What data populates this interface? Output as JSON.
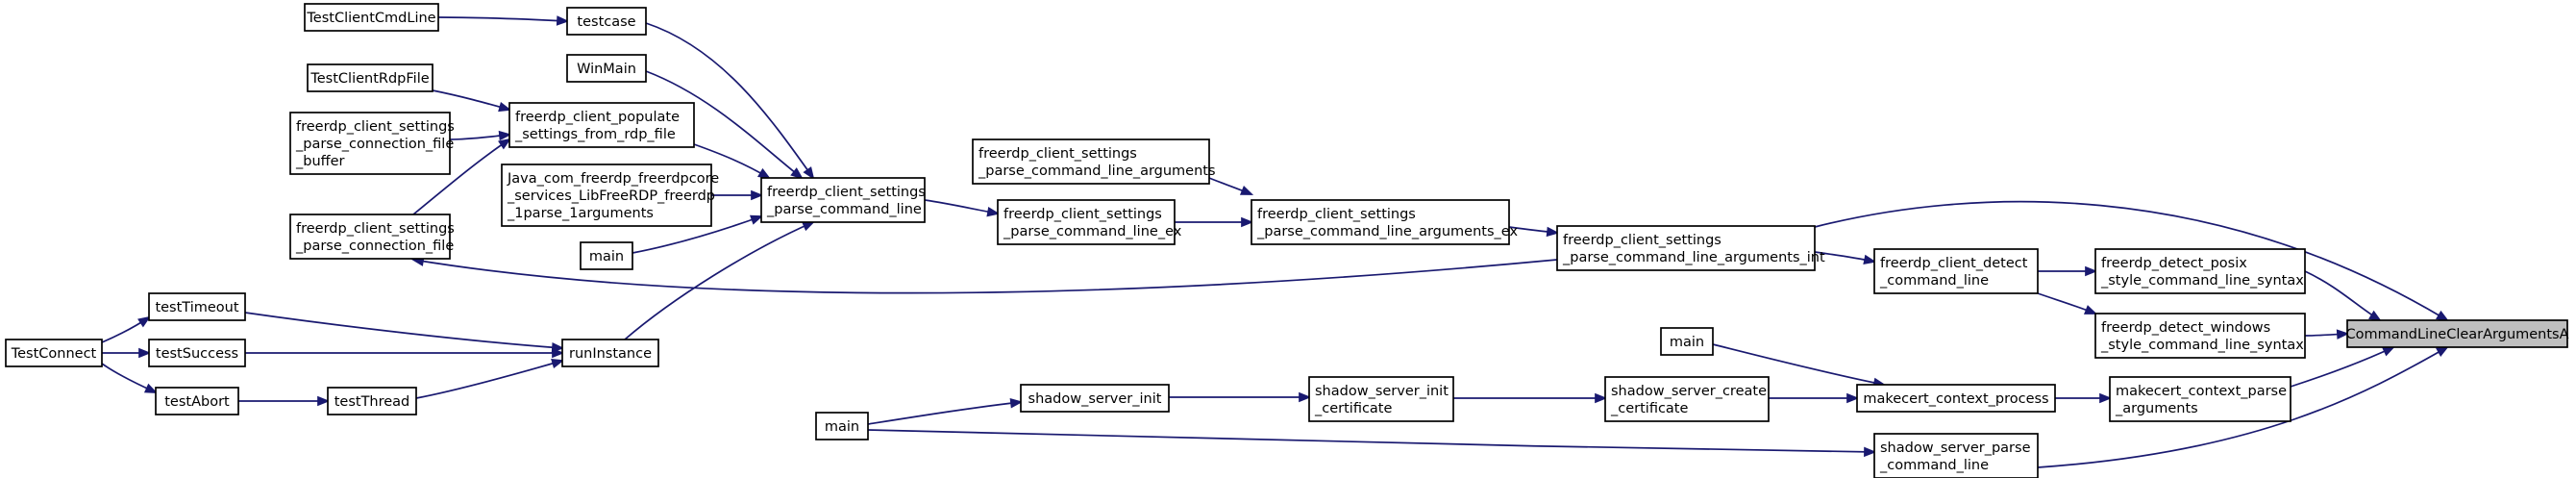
{
  "graph": {
    "background": "#ffffff",
    "edge_color": "#191970",
    "root_fill": "#bfbfbf",
    "nodes": [
      {
        "id": "root",
        "lines": [
          "CommandLineClearArgumentsA"
        ]
      },
      {
        "id": "posix",
        "lines": [
          "freerdp_detect_posix",
          "_style_command_line_syntax"
        ]
      },
      {
        "id": "windows",
        "lines": [
          "freerdp_detect_windows",
          "_style_command_line_syntax"
        ]
      },
      {
        "id": "mk_parse",
        "lines": [
          "makecert_context_parse",
          "_arguments"
        ]
      },
      {
        "id": "args_int",
        "lines": [
          "freerdp_client_settings",
          "_parse_command_line_arguments_int"
        ]
      },
      {
        "id": "shadow_parse",
        "lines": [
          "shadow_server_parse",
          "_command_line"
        ]
      },
      {
        "id": "detect",
        "lines": [
          "freerdp_client_detect",
          "_command_line"
        ]
      },
      {
        "id": "mk_process",
        "lines": [
          "makecert_context_process"
        ]
      },
      {
        "id": "main_mk",
        "lines": [
          "main"
        ]
      },
      {
        "id": "create_cert",
        "lines": [
          "shadow_server_create",
          "_certificate"
        ]
      },
      {
        "id": "init_cert",
        "lines": [
          "shadow_server_init",
          "_certificate"
        ]
      },
      {
        "id": "shadow_init",
        "lines": [
          "shadow_server_init"
        ]
      },
      {
        "id": "main_shadow",
        "lines": [
          "main"
        ]
      },
      {
        "id": "args_ex",
        "lines": [
          "freerdp_client_settings",
          "_parse_command_line_arguments_ex"
        ]
      },
      {
        "id": "args",
        "lines": [
          "freerdp_client_settings",
          "_parse_command_line_arguments"
        ]
      },
      {
        "id": "cmdline_ex",
        "lines": [
          "freerdp_client_settings",
          "_parse_command_line_ex"
        ]
      },
      {
        "id": "cmdline",
        "lines": [
          "freerdp_client_settings",
          "_parse_command_line"
        ]
      },
      {
        "id": "testcase",
        "lines": [
          "testcase"
        ]
      },
      {
        "id": "winmain",
        "lines": [
          "WinMain"
        ]
      },
      {
        "id": "populate",
        "lines": [
          "freerdp_client_populate",
          "_settings_from_rdp_file"
        ]
      },
      {
        "id": "java",
        "lines": [
          "Java_com_freerdp_freerdpcore",
          "_services_LibFreeRDP_freerdp",
          "_1parse_1arguments"
        ]
      },
      {
        "id": "main_cl",
        "lines": [
          "main"
        ]
      },
      {
        "id": "runinstance",
        "lines": [
          "runInstance"
        ]
      },
      {
        "id": "conn_file",
        "lines": [
          "freerdp_client_settings",
          "_parse_connection_file"
        ]
      },
      {
        "id": "conn_buffer",
        "lines": [
          "freerdp_client_settings",
          "_parse_connection_file",
          "_buffer"
        ]
      },
      {
        "id": "rdpfile",
        "lines": [
          "TestClientRdpFile"
        ]
      },
      {
        "id": "cmdlinetest",
        "lines": [
          "TestClientCmdLine"
        ]
      },
      {
        "id": "testtimeout",
        "lines": [
          "testTimeout"
        ]
      },
      {
        "id": "testsuccess",
        "lines": [
          "testSuccess"
        ]
      },
      {
        "id": "testthread",
        "lines": [
          "testThread"
        ]
      },
      {
        "id": "testabort",
        "lines": [
          "testAbort"
        ]
      },
      {
        "id": "testconnect",
        "lines": [
          "TestConnect"
        ]
      }
    ]
  }
}
